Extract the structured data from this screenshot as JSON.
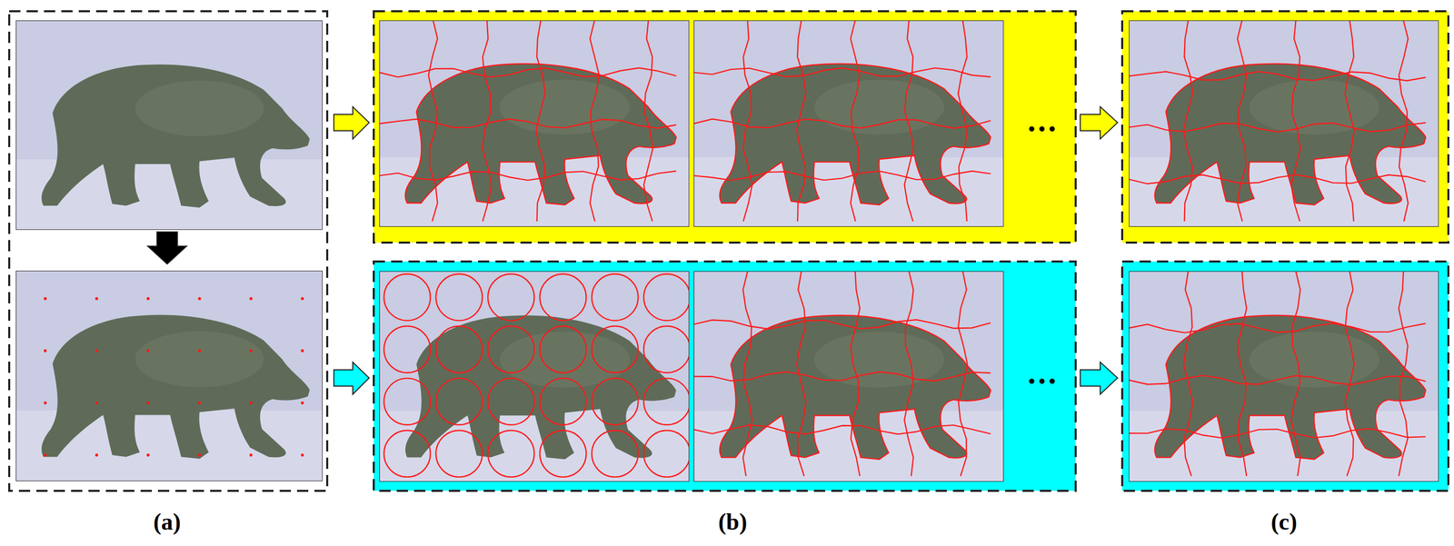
{
  "diagram": {
    "labels": [
      "...",
      "...",
      "(a)",
      "(b)",
      "(c)"
    ]
  }
}
